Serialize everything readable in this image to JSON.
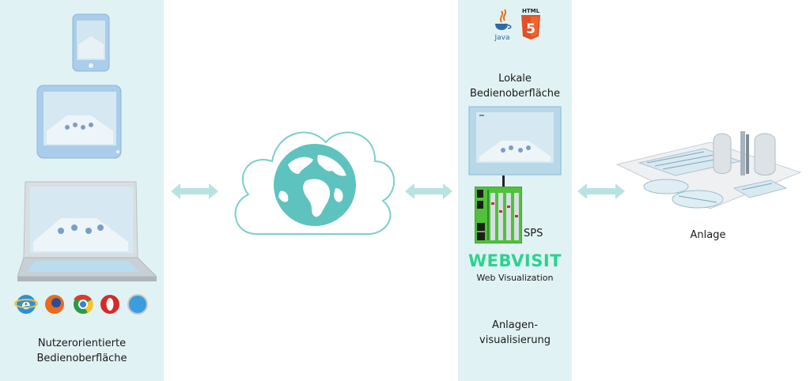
{
  "nodes": {
    "user_interface": {
      "line1": "Nutzerorientierte",
      "line2": "Bedienoberfläche"
    },
    "local_interface": {
      "line1": "Lokale",
      "line2": "Bedienoberfläche"
    },
    "plc": {
      "label": "SPS"
    },
    "webvisit": {
      "brand": "WEBVISIT",
      "subtitle": "Web Visualization"
    },
    "plant_visualization": {
      "line1": "Anlagen-",
      "line2": "visualisierung"
    },
    "plant": {
      "label": "Anlage"
    }
  },
  "logos": {
    "java": "Java",
    "html5_text": "HTML",
    "html5_num": "5"
  },
  "browsers": [
    "internet-explorer-icon",
    "firefox-icon",
    "chrome-icon",
    "opera-icon",
    "safari-icon"
  ],
  "colors": {
    "panel_bg": "#e1f2f4",
    "arrow": "#b8e3e2",
    "globe": "#5ec3bf",
    "webvisit": "#2bd28f",
    "plc_green": "#4fc23a"
  }
}
